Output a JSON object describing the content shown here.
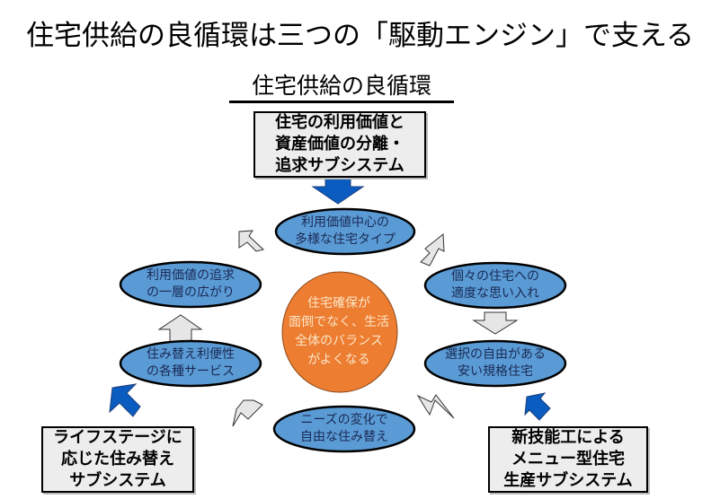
{
  "title": "住宅供給の良循環は三つの「駆動エンジン」で支える",
  "subtitle": "住宅供給の良循環",
  "colors": {
    "ellipse_fill": "#5b9bd5",
    "ellipse_stroke": "#000000",
    "center_fill": "#ed7d31",
    "center_text": "#fbe6c8",
    "flow_arrow_fill": "#e6e6e6",
    "engine_arrow_fill": "#0a5cc0",
    "engine_box_fill": "#ededed"
  },
  "engines": {
    "top": {
      "lines": [
        "住宅の利用価値と",
        "資産価値の分離・",
        "追求サブシステム"
      ]
    },
    "left": {
      "lines": [
        "ライフステージに",
        "応じた住み替え",
        "サブシステム"
      ]
    },
    "right": {
      "lines": [
        "新技能工による",
        "メニュー型住宅",
        "生産サブシステム"
      ]
    }
  },
  "center": {
    "lines": [
      "住宅確保が",
      "面倒でなく、生活",
      "全体のバランス",
      "がよくなる"
    ]
  },
  "cycle": [
    {
      "id": "top",
      "lines": [
        "利用価値中心の",
        "多様な住宅タイプ"
      ]
    },
    {
      "id": "right-upper",
      "lines": [
        "個々の住宅への",
        "適度な思い入れ"
      ]
    },
    {
      "id": "right-lower",
      "lines": [
        "選択の自由がある",
        "安い規格住宅"
      ]
    },
    {
      "id": "bottom",
      "lines": [
        "ニーズの変化で",
        "自由な住み替え"
      ]
    },
    {
      "id": "left-lower",
      "lines": [
        "住み替え利便性",
        "の各種サービス"
      ]
    },
    {
      "id": "left-upper",
      "lines": [
        "利用価値の追求",
        "の一層の広がり"
      ]
    }
  ],
  "icons": {
    "flow_arrow": "block-arrow-gray",
    "engine_arrow": "block-arrow-blue"
  }
}
